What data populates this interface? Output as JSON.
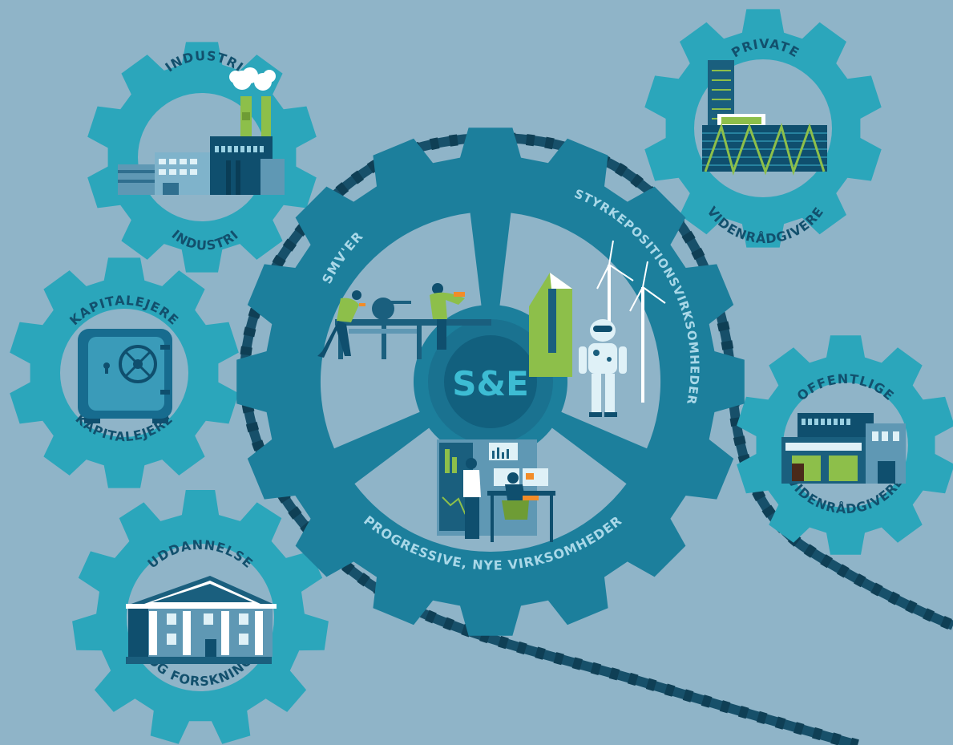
{
  "colors": {
    "background": "#8fb4c8",
    "small_gear": "#2ba6bb",
    "big_gear": "#1c7f9c",
    "big_gear_inner": "#8fb4c8",
    "hub_outer": "#1a7290",
    "hub_inner": "#12607e",
    "chain": "#17506a",
    "label_dark": "#12506d",
    "label_light": "#a9d8e8",
    "hub_text": "#3dbcd3"
  },
  "center": {
    "label": "S&E"
  },
  "big_gear_labels": {
    "smv": "SMV'ER",
    "strong": "STYRKEPOSITIONSVIRKSOMHEDER",
    "progressive": "PROGRESSIVE, NYE VIRKSOMHEDER"
  },
  "gears": {
    "industri": {
      "top": "INDUSTRI",
      "bottom": "INDUSTRI",
      "icon": "factory-icon"
    },
    "private": {
      "top": "PRIVATE",
      "bottom": "VIDENRÅDGIVERE",
      "icon": "office-building-icon"
    },
    "kapital": {
      "top": "KAPITALEJERE",
      "bottom": "KAPITALEJERE",
      "icon": "safe-icon"
    },
    "offentlige": {
      "top": "OFFENTLIGE",
      "bottom": "VIDENRÅDGIVERE",
      "icon": "public-building-icon"
    },
    "uddannelse": {
      "top": "UDDANNELSE",
      "bottom": "OG FORSKNING",
      "icon": "university-icon"
    }
  }
}
